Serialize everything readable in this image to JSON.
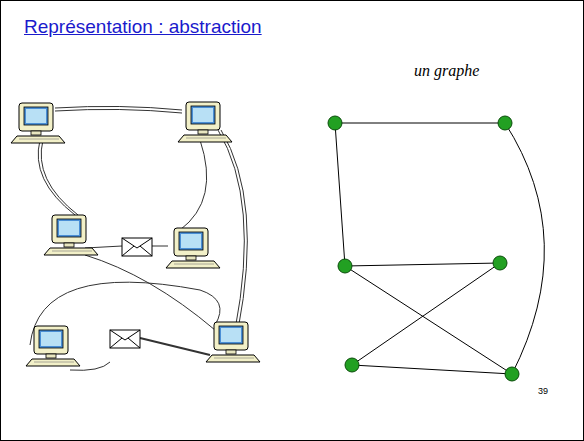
{
  "diagram": {
    "title": "Représentation : abstraction",
    "labels": [
      "un graphe",
      "39"
    ]
  }
}
